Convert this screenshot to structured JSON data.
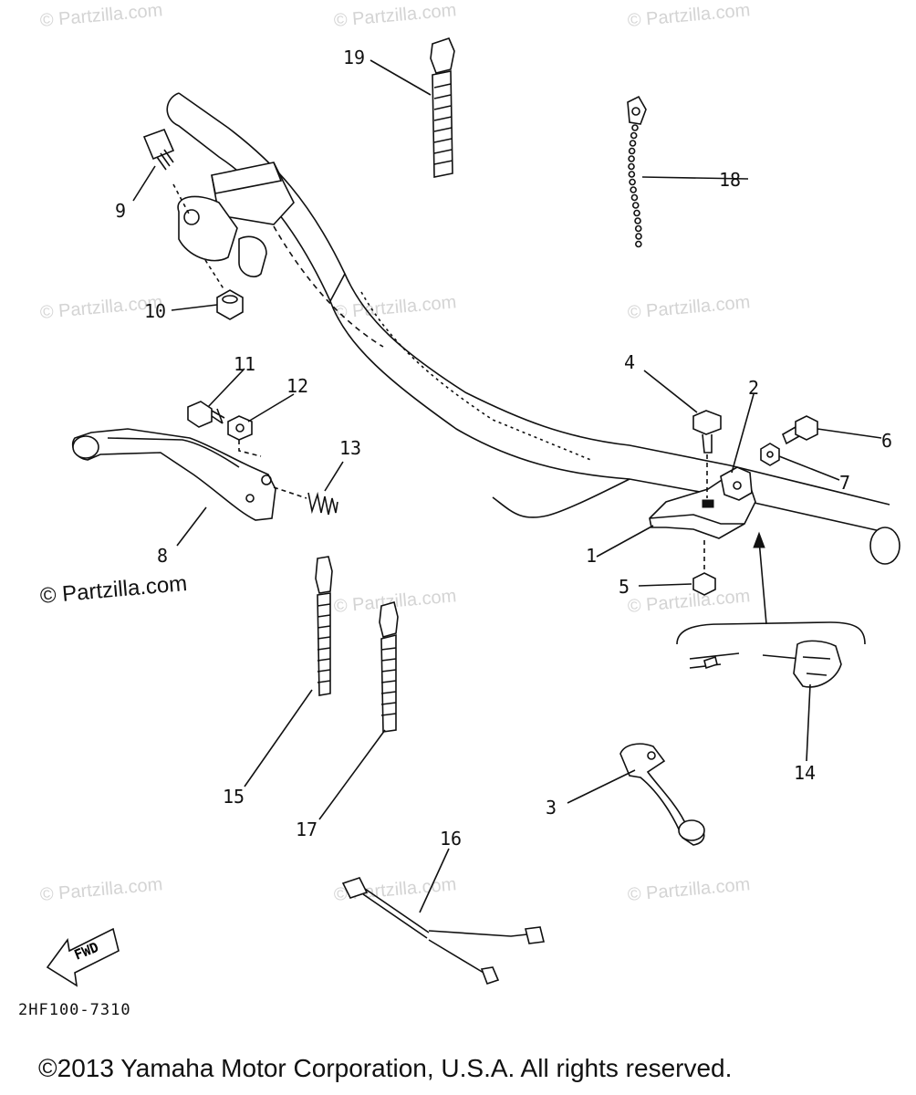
{
  "watermarks": {
    "text": "© Partzilla.com",
    "strong": "© Partzilla.com"
  },
  "callouts": [
    "1",
    "2",
    "3",
    "4",
    "5",
    "6",
    "7",
    "8",
    "9",
    "10",
    "11",
    "12",
    "13",
    "14",
    "15",
    "16",
    "17",
    "18",
    "19"
  ],
  "fwd_label": "FWD",
  "drawing_code": "2HF100-7310",
  "copyright": "©2013 Yamaha Motor Corporation, U.S.A. All rights reserved.",
  "colors": {
    "ink": "#111111",
    "watermark": "#d4d4d4",
    "background": "#ffffff"
  }
}
